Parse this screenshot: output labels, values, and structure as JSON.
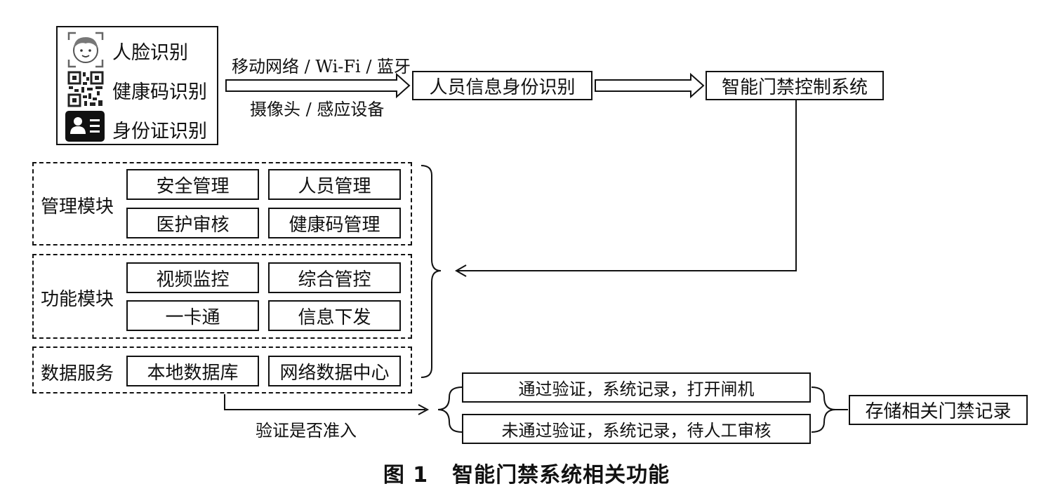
{
  "sources": {
    "face": "人脸识别",
    "health_code": "健康码识别",
    "id_card": "身份证识别"
  },
  "channel": {
    "top": "移动网络 / Wi-Fi / 蓝牙",
    "bottom": "摄像头 / 感应设备"
  },
  "identity": "人员信息身份识别",
  "control_system": "智能门禁控制系统",
  "modules": {
    "management": {
      "label": "管理模块",
      "items": [
        "安全管理",
        "人员管理",
        "医护审核",
        "健康码管理"
      ]
    },
    "function": {
      "label": "功能模块",
      "items": [
        "视频监控",
        "综合管控",
        "一卡通",
        "信息下发"
      ]
    },
    "data": {
      "label": "数据服务",
      "items": [
        "本地数据库",
        "网络数据中心"
      ]
    }
  },
  "verify": {
    "label": "验证是否准入",
    "pass": "通过验证，系统记录，打开闸机",
    "fail": "未通过验证，系统记录，待人工审核"
  },
  "store": "存储相关门禁记录",
  "caption": {
    "number": "图 1",
    "title": "智能门禁系统相关功能"
  }
}
